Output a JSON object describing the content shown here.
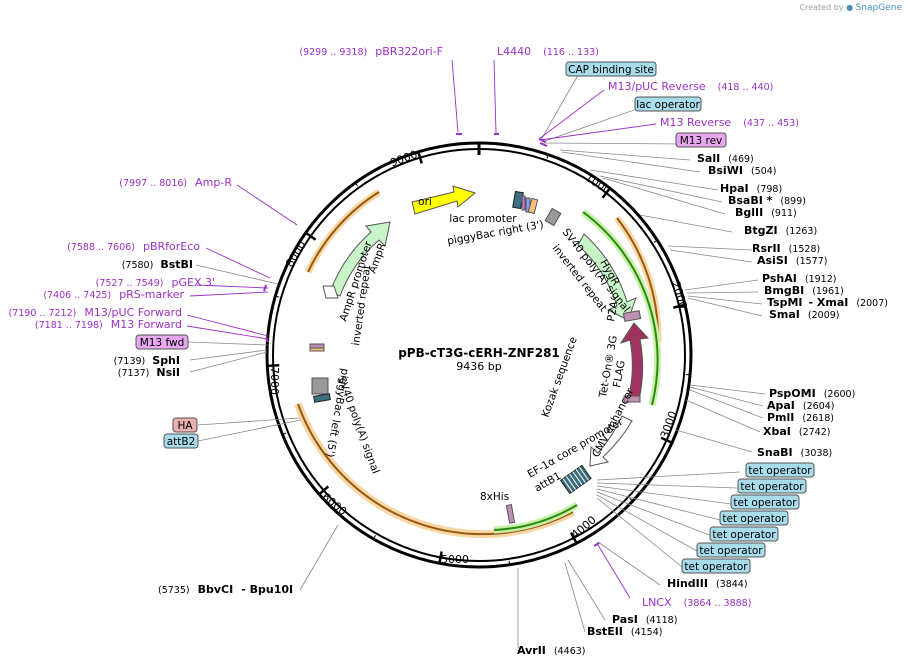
{
  "credit": {
    "prefix": "Created by",
    "brand": "SnapGene"
  },
  "plasmid": {
    "name": "pPB-cT3G-cERH-ZNF281",
    "length": "9436 bp"
  },
  "ticks": [
    "1000",
    "2000",
    "3000",
    "4000",
    "5000",
    "6000",
    "7000",
    "8000",
    "9000"
  ],
  "enzymes_right": [
    {
      "name": "SalI",
      "pos": "(469)"
    },
    {
      "name": "BsiWI",
      "pos": "(504)"
    },
    {
      "name": "HpaI",
      "pos": "(798)"
    },
    {
      "name": "BsaBI *",
      "pos": "(899)"
    },
    {
      "name": "BglII",
      "pos": "(911)"
    },
    {
      "name": "BtgZI",
      "pos": "(1263)"
    },
    {
      "name": "RsrII",
      "pos": "(1528)"
    },
    {
      "name": "AsiSI",
      "pos": "(1577)"
    },
    {
      "name": "PshAI",
      "pos": "(1912)"
    },
    {
      "name": "BmgBI",
      "pos": "(1961)"
    },
    {
      "name": "TspMI",
      "sep": "- XmaI",
      "pos": "(2007)"
    },
    {
      "name": "SmaI",
      "pos": "(2009)"
    },
    {
      "name": "PspOMI",
      "pos": "(2600)"
    },
    {
      "name": "ApaI",
      "pos": "(2604)"
    },
    {
      "name": "PmlI",
      "pos": "(2618)"
    },
    {
      "name": "XbaI",
      "pos": "(2742)"
    },
    {
      "name": "SnaBI",
      "pos": "(3038)"
    },
    {
      "name": "HindIII",
      "pos": "(3844)"
    },
    {
      "name": "PasI",
      "pos": "(4118)"
    },
    {
      "name": "BstEII",
      "pos": "(4154)"
    },
    {
      "name": "AvrII",
      "pos": "(4463)"
    }
  ],
  "enzymes_left": [
    {
      "name": "BstBI",
      "pos": "(7580)"
    },
    {
      "name": "SphI",
      "pos": "(7139)"
    },
    {
      "name": "NsiI",
      "pos": "(7137)"
    },
    {
      "name": "BbvCI",
      "sep": "- Bpu10I",
      "pos": "(5735)"
    }
  ],
  "primers": [
    {
      "name": "pBR322ori-F",
      "pos": "(9299 .. 9318)"
    },
    {
      "name": "L4440",
      "pos": "(116 .. 133)"
    },
    {
      "name": "M13/pUC Reverse",
      "pos": "(418 .. 440)"
    },
    {
      "name": "M13 Reverse",
      "pos": "(437 .. 453)"
    },
    {
      "name": "Amp-R",
      "pos": "(7997 .. 8016)"
    },
    {
      "name": "pBRforEco",
      "pos": "(7588 .. 7606)"
    },
    {
      "name": "pGEX 3'",
      "pos": "(7527 .. 7549)"
    },
    {
      "name": "pRS-marker",
      "pos": "(7406 .. 7425)"
    },
    {
      "name": "M13/pUC Forward",
      "pos": "(7190 .. 7212)"
    },
    {
      "name": "M13 Forward",
      "pos": "(7181 .. 7198)"
    },
    {
      "name": "LNCX",
      "pos": "(3864 .. 3888)"
    }
  ],
  "boxes": {
    "cap": "CAP binding site",
    "lac_operator": "lac operator",
    "m13_rev": "M13 rev",
    "m13_fwd": "M13 fwd",
    "ha": "HA",
    "attb2": "attB2",
    "tet_operator": "tet operator"
  },
  "features": {
    "ori": "ori",
    "lac_promoter": "lac promoter",
    "piggybac_right": "piggyBac right (3')",
    "inverted_repeat": "inverted repeat",
    "sv40_polya_1": "SV40 poly(A) signal",
    "hygr": "HygR",
    "p2a": "P2A",
    "tet_on": "Tet-On® 3G",
    "flag": "FLAG",
    "kozak": "Kozak sequence",
    "cmv": "CMV enhancer",
    "ef1a": "EF-1α core promoter",
    "attb1": "attB1",
    "his": "8xHis",
    "ampr_promoter": "AmpR promoter",
    "ampr": "AmpR",
    "piggybac_left": "piggyBac left (5')",
    "inverted_repeat_2": "inverted repeat",
    "sv40_polya_2": "SV40 poly(A) signal"
  },
  "colors": {
    "primer": "#9b30c8",
    "backbone": "#000000",
    "hygr_fill": "#c8f5c8",
    "tet_on_fill": "#a0325f",
    "ori_fill": "#ffff00",
    "orange_arc": "#f0b050",
    "green_arc": "#40a020",
    "box_fill": "#a8dcea"
  }
}
